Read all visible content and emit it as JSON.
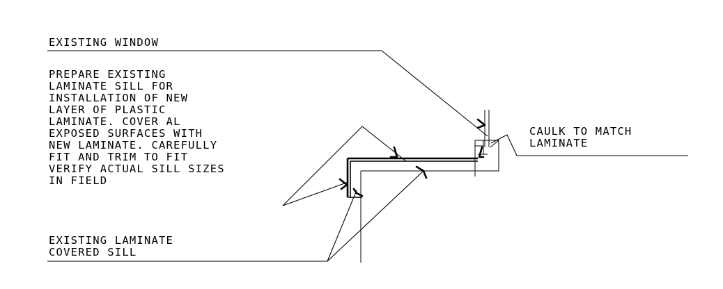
{
  "drawing": {
    "notes": {
      "existing_window": {
        "lines": [
          "EXISTING WINDOW"
        ]
      },
      "prepare_sill": {
        "lines": [
          "PREPARE EXISTING",
          "LAMINATE SILL FOR",
          "INSTALLATION OF NEW",
          "LAYER OF PLASTIC",
          "LAMINATE. COVER AL",
          "EXPOSED SURFACES WITH",
          "NEW LAMINATE. CAREFULLY",
          "FIT AND TRIM TO FIT",
          "VERIFY ACTUAL SILL SIZES",
          "IN FIELD"
        ]
      },
      "existing_laminate": {
        "lines": [
          "EXISTING LAMINATE",
          "COVERED SILL"
        ]
      },
      "caulk": {
        "lines": [
          "CAULK TO MATCH",
          "LAMINATE"
        ]
      }
    },
    "colors": {
      "ink": "#000000",
      "paper": "#ffffff"
    }
  }
}
